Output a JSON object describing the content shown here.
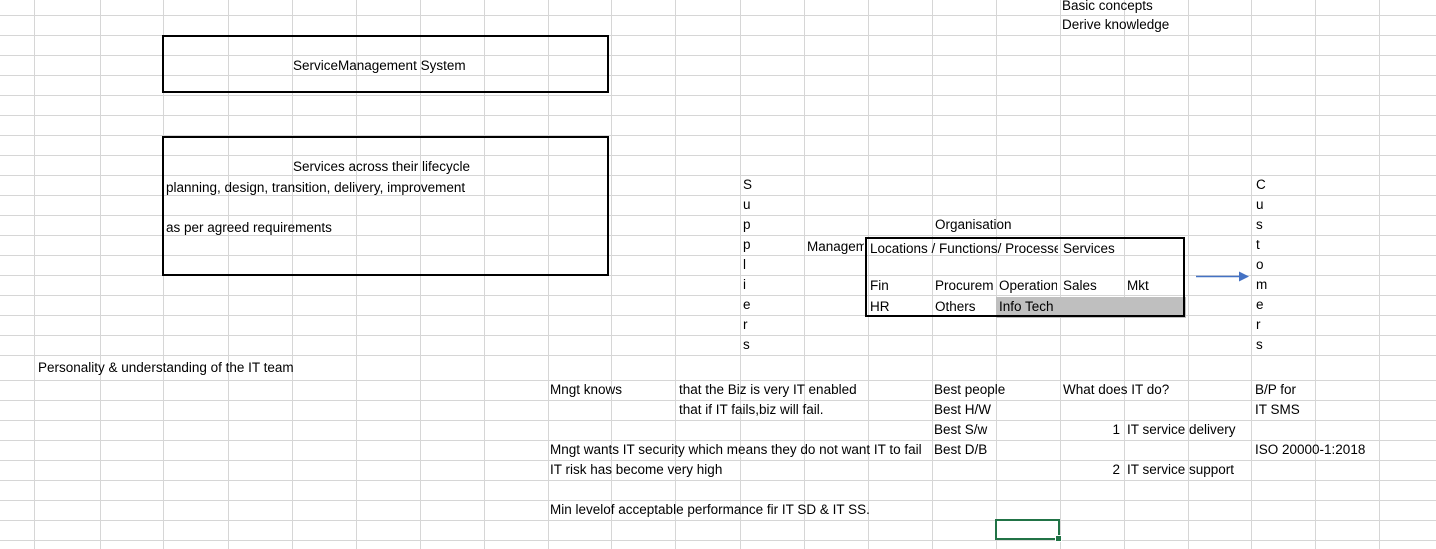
{
  "colors": {
    "gridline": "#d6d6d6",
    "shape_border": "#000000",
    "highlight_gray": "#bfbfbf",
    "selection_green": "#217346",
    "arrow_blue": "#4472c4",
    "text": "#000000"
  },
  "sheet": {
    "top_notes": {
      "line1": "Basic concepts",
      "line2": "Derive knowledge"
    },
    "sms_box": {
      "title": "ServiceManagement System"
    },
    "lifecycle_box": {
      "title": "Services across their lifecycle",
      "detail": "planning, design, transition, delivery, improvement",
      "requirement": "as per agreed requirements"
    },
    "suppliers": {
      "letters": [
        "S",
        "u",
        "p",
        "p",
        "l",
        "i",
        "e",
        "r",
        "s"
      ]
    },
    "customers": {
      "letters": [
        "C",
        "u",
        "s",
        "t",
        "o",
        "m",
        "e",
        "r",
        "s"
      ]
    },
    "management_label": "Managem",
    "organisation": {
      "header": "Organisation",
      "locations_header": "Locations / Functions/ Processe",
      "services_header": "Services",
      "functions_row": [
        "Fin",
        "Procurem",
        "Operation",
        "Sales",
        "Mkt"
      ],
      "departments_row": [
        "HR",
        "Others",
        "Info Tech"
      ]
    },
    "it_section": {
      "personality": "Personality & understanding of the IT team",
      "mngt_knows": "Mngt knows",
      "knows_line1": "that the Biz is very IT enabled",
      "knows_line2": "that if IT fails,biz will fail.",
      "best_items": [
        "Best people",
        "Best H/W",
        "Best S/w",
        "Best D/B"
      ],
      "what_does_it_do": "What does IT do?",
      "bp_for": "B/P for",
      "it_sms": "IT SMS",
      "service1_num": "1",
      "service1": "IT service delivery",
      "service2_num": "2",
      "service2": "IT service support",
      "iso": "ISO 20000-1:2018",
      "mngt_wants": "Mngt wants IT security which means they do not want IT to fail",
      "it_risk": "IT risk has become very high",
      "min_level": "Min levelof acceptable performance fir IT SD & IT SS."
    }
  }
}
